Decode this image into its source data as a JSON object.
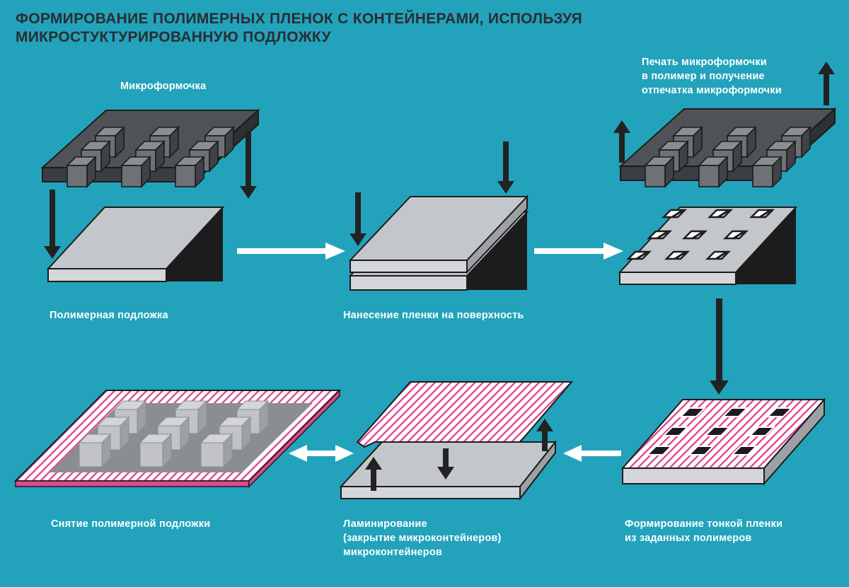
{
  "title": {
    "line1": "ФОРМИРОВАНИЕ ПОЛИМЕРНЫХ ПЛЕНОК С КОНТЕЙНЕРАМИ, ИСПОЛЬЗУЯ",
    "line2": "МИКРОСТУКТУРИРОВАННУЮ ПОДЛОЖКУ"
  },
  "labels": {
    "mold": "Микроформочка",
    "substrate": "Полимерная подложка",
    "coating": "Нанесение пленки на поверхность",
    "print": [
      "Печать микроформочки",
      "в полимер и получение",
      "отпечатка микроформочки"
    ],
    "removal": "Снятие полимерной подложки",
    "lamination": [
      "Ламинирование",
      "(закрытие микроконтейнеров)",
      "микроконтейнеров"
    ],
    "thin_film": [
      "Формирование тонкой пленки",
      "из заданных полимеров"
    ]
  },
  "colors": {
    "background": "#22a3bb",
    "mold_dark": "#4f5257",
    "mold_light": "#c3c6cb",
    "film_pink": "#e0488f",
    "arrow_dark": "#222222",
    "arrow_white": "#ffffff"
  }
}
